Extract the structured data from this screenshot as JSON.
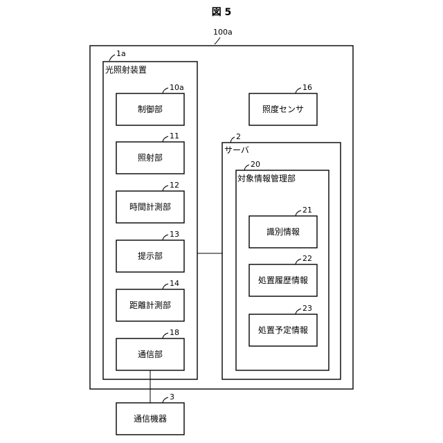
{
  "figure": {
    "title": "図 5"
  },
  "system": {
    "ref": "100a"
  },
  "light_device": {
    "ref": "1a",
    "label": "光照射装置",
    "modules": [
      {
        "ref": "10a",
        "label": "制御部"
      },
      {
        "ref": "11",
        "label": "照射部"
      },
      {
        "ref": "12",
        "label": "時間計測部"
      },
      {
        "ref": "13",
        "label": "提示部"
      },
      {
        "ref": "14",
        "label": "距離計測部"
      },
      {
        "ref": "18",
        "label": "通信部"
      }
    ]
  },
  "illuminance_sensor": {
    "ref": "16",
    "label": "照度センサ"
  },
  "server": {
    "ref": "2",
    "label": "サーバ",
    "target_info": {
      "ref": "20",
      "label": "対象情報管理部",
      "items": [
        {
          "ref": "21",
          "label": "識別情報"
        },
        {
          "ref": "22",
          "label": "処置履歴情報"
        },
        {
          "ref": "23",
          "label": "処置予定情報"
        }
      ]
    }
  },
  "comm_device": {
    "ref": "3",
    "label": "通信機器"
  }
}
